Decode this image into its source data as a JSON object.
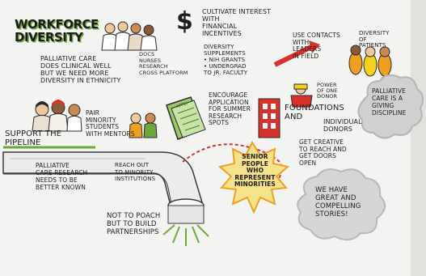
{
  "title": "WORKFORCE\nDIVERSITY",
  "notes": {
    "palliative_care": "PALLIATIVE CARE\nDOES CLINICAL WELL\nBUT WE NEED MORE\nDIVERSITY IN ETHNICITY",
    "docs_nurses": "DOCS\nNURSES\nRESEARCH\nCROSS PLATFORM",
    "cultivate": "CULTIVATE INTEREST\nWITH\nFINANCIAL\nINCENTIVES",
    "supplements": "DIVERSITY\nSUPPLEMENTS\n• NIH GRANTS\n• UNDERGRAD\nTO JR. FACULTY",
    "use_contacts": "USE CONTACTS\nWITH\nLEADERS\nIN FIELD",
    "diversity_of_patients": "DIVERSITY\nOF\nPATIENTS",
    "encourage": "ENCOURAGE\nAPPLICATION\nFOR SUMMER\nRESEARCH\nSPOTS",
    "pair_minority": "PAIR\nMINORITY\nSTUDENTS\nWITH MENTORS",
    "support_pipeline": "SUPPORT THE\nPIPELINE",
    "power_of_one": "POWER\nOF ONE\nDONOR",
    "foundations": "FOUNDATIONS\nAND",
    "individual_donors": "INDIVIDUAL\nDONORS",
    "get_creative": "GET CREATIVE\nTO REACH AND\nGET DOORS\nOPEN",
    "giving_discipline": "PALLIATIVE\nCARE IS A\nGIVING\nDISCIPLINE",
    "research_known": "PALLIATIVE\nCARE RESEARCH\nNEEDS TO BE\nBETTER KNOWN",
    "reach_out": "REACH OUT\nTO MINORITY\nINSTITUTIONS",
    "senior_people": "SENIOR\nPEOPLE\nWHO\nREPRESENT\nMINORITIES",
    "not_to_poach": "NOT TO POACH\nBUT TO BUILD\nPARTNERSHIPS",
    "great_stories": "WE HAVE\nGREAT AND\nCOMPELLING\nSTORIES!",
    "apply_label": "APPLY"
  },
  "colors": {
    "accent_green": "#6da93a",
    "accent_red": "#d8332a",
    "accent_orange": "#f0a020",
    "accent_yellow": "#f2d21b",
    "cloud_grey": "#c9c9c9",
    "ink": "#1e1e1e"
  },
  "icons": [
    "dollar-sign-icon",
    "arrow-icon",
    "building-icon",
    "diploma-icon",
    "pipeline-icon",
    "cloud-icon",
    "starburst-icon"
  ]
}
